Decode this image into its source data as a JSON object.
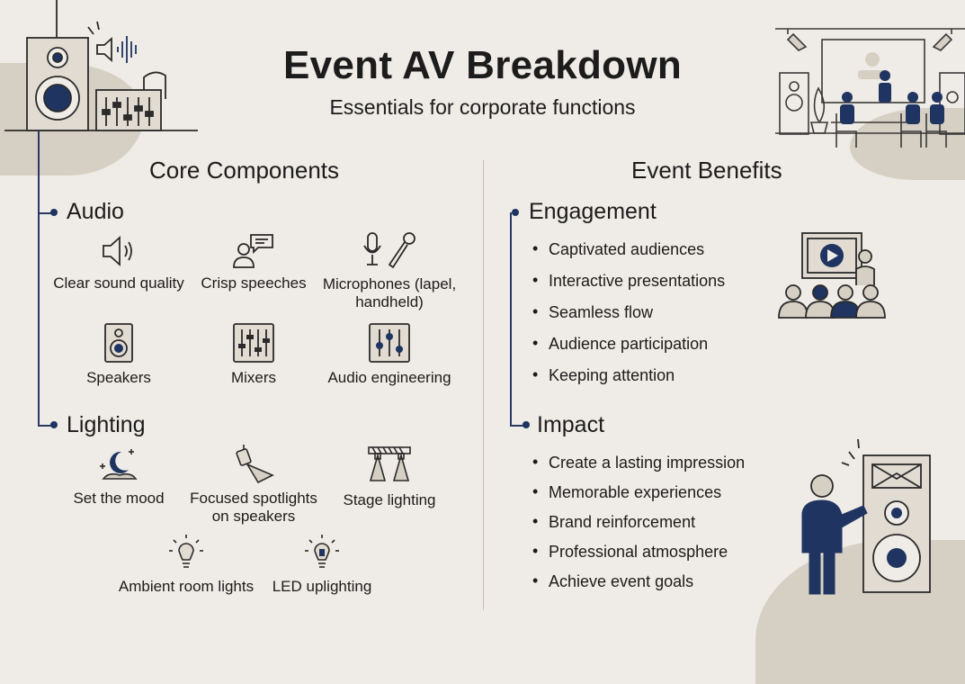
{
  "title": "Event AV Breakdown",
  "subtitle": "Essentials for corporate functions",
  "colors": {
    "navy": "#1f3461",
    "ink": "#1c1c1c",
    "beige": "#d6cfc3",
    "background": "#efebe6"
  },
  "core": {
    "heading": "Core Components",
    "audio": {
      "heading": "Audio",
      "items": [
        {
          "label": "Clear sound quality",
          "icon": "speaker-sound-icon"
        },
        {
          "label": "Crisp speeches",
          "icon": "speech-bubble-icon"
        },
        {
          "label": "Microphones (lapel, handheld)",
          "icon": "microphone-icon"
        },
        {
          "label": "Speakers",
          "icon": "speaker-icon"
        },
        {
          "label": "Mixers",
          "icon": "mixer-icon"
        },
        {
          "label": "Audio engineering",
          "icon": "audio-engineering-icon"
        }
      ]
    },
    "lighting": {
      "heading": "Lighting",
      "items": [
        {
          "label": "Set the mood",
          "icon": "moon-stars-icon"
        },
        {
          "label": "Focused spotlights on speakers",
          "icon": "spotlight-icon"
        },
        {
          "label": "Stage lighting",
          "icon": "stage-lighting-icon"
        },
        {
          "label": "Ambient room lights",
          "icon": "bulb-icon"
        },
        {
          "label": "LED uplighting",
          "icon": "led-bulb-icon"
        }
      ]
    }
  },
  "benefits": {
    "heading": "Event Benefits",
    "engagement": {
      "heading": "Engagement",
      "items": [
        "Captivated audiences",
        "Interactive presentations",
        "Seamless flow",
        "Audience participation",
        "Keeping attention"
      ]
    },
    "impact": {
      "heading": "Impact",
      "items": [
        "Create a lasting impression",
        "Memorable experiences",
        "Brand reinforcement",
        "Professional atmosphere",
        "Achieve event goals"
      ]
    }
  }
}
